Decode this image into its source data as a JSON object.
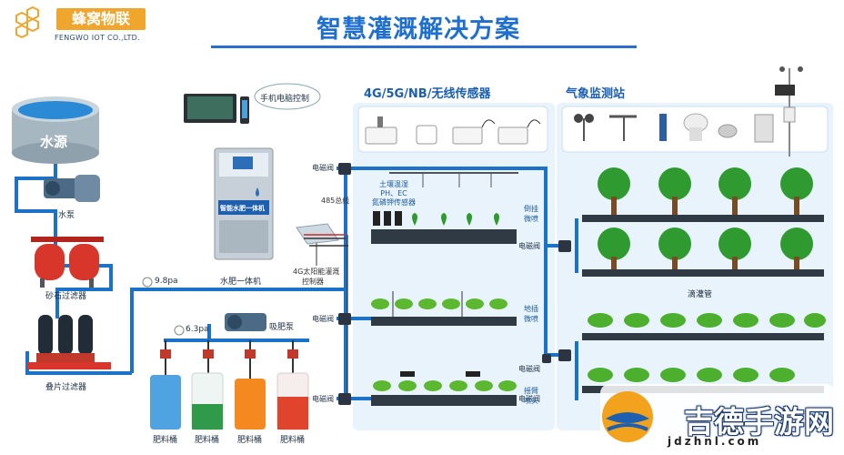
{
  "header": {
    "brand_name": "蜂窝物联",
    "brand_sub": "FENGWO IOT CO.,LTD.",
    "title": "智慧灌溉解决方案"
  },
  "sections": {
    "sensors_title": "4G/5G/NB/无线传感器",
    "weather_title": "气象监测站"
  },
  "source": {
    "tank_label": "水源",
    "pump_label": "水泵",
    "sand_filter_label": "砂石过滤器",
    "disc_filter_label": "叠片过滤器"
  },
  "fertigation": {
    "machine_label": "水肥一体机",
    "machine_panel_text": "智能水肥一体机",
    "phone_label": "手机电脑控制",
    "pressure_main": "9.8pa",
    "pressure_fert": "6.3pa",
    "suction_pump_label": "吸肥泵",
    "buckets": [
      "肥料桶",
      "肥料桶",
      "肥料桶",
      "肥料桶"
    ],
    "solar_label_line1": "4G太阳能灌溉",
    "solar_label_line2": "控制器",
    "rs485_label": "485总线",
    "soil_sensor_label_line1": "土壤温湿",
    "soil_sensor_label_line2": "PH、EC",
    "soil_sensor_label_line3": "氮磷钾传感器"
  },
  "valves": {
    "v1": "电磁阀",
    "v2": "电磁阀",
    "v3": "电磁阀",
    "v4": "电磁阀",
    "v5": "电磁阀",
    "v6": "电磁阀"
  },
  "irrigation": {
    "hanging_mist_line1": "倒挂",
    "hanging_mist_line2": "微喷",
    "ground_mist_line1": "地插",
    "ground_mist_line2": "微喷",
    "rocker_line1": "摇臂",
    "rocker_line2": "喷头",
    "drip_label": "滴灌管"
  },
  "watermark": {
    "text": "吉德手游网",
    "url": "jdzhnl.com"
  },
  "colors": {
    "pipe": "#1b73c9",
    "panel": "#e7f2fb",
    "accent_blue": "#1f6fd1",
    "orange": "#f0a62c",
    "tree_green": "#2f9a2f",
    "filter_red": "#d8352b"
  }
}
